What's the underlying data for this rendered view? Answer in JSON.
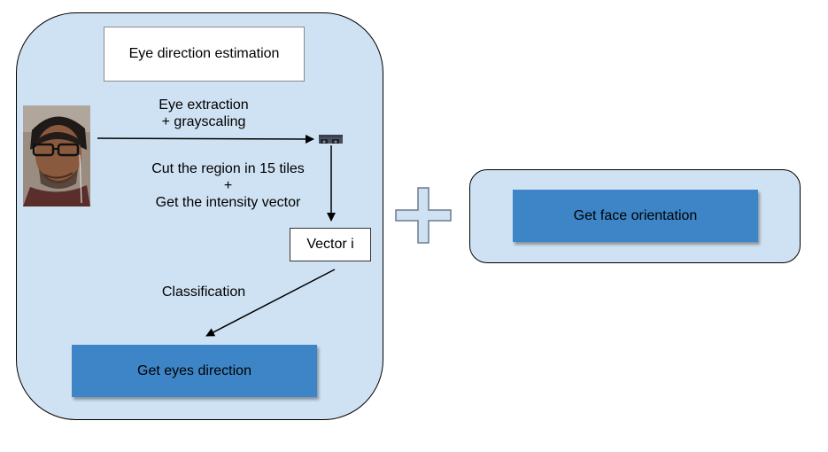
{
  "diagram": {
    "left_panel": {
      "title": "Eye direction estimation",
      "step_eye_extraction": {
        "line1": "Eye extraction",
        "line2": "+ grayscaling"
      },
      "step_cut_region": {
        "line1": "Cut the region in 15 tiles",
        "line2": "+",
        "line3": "Get the intensity vector"
      },
      "vector_label": "Vector i",
      "classification_label": "Classification",
      "result_button": "Get eyes direction"
    },
    "right_panel": {
      "result_button": "Get face orientation"
    },
    "connector_icon": "plus-icon",
    "colors": {
      "panel_fill": "#cfe2f3",
      "button_fill": "#3d85c6",
      "box_fill": "#ffffff"
    }
  }
}
